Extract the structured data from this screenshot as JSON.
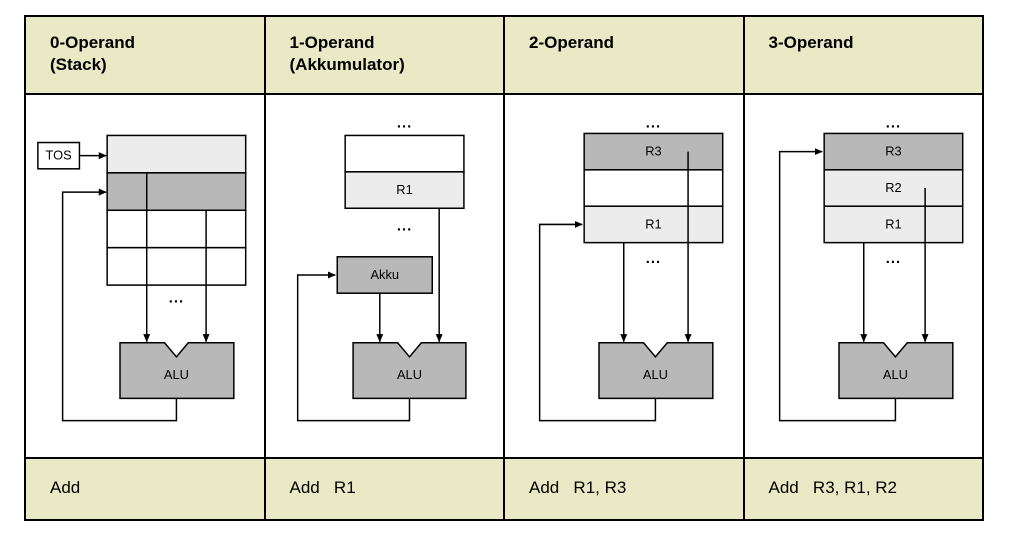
{
  "colors": {
    "band_bg": "#E9E9C6",
    "cell_dark": "#B8B8B8",
    "cell_light": "#ECECEC",
    "cell_white": "#FFFFFF",
    "stroke": "#000000"
  },
  "columns": [
    {
      "title_line1": "0-Operand",
      "title_line2": "(Stack)",
      "tos_label": "TOS",
      "dots": "...",
      "alu_label": "ALU",
      "instruction": "Add"
    },
    {
      "title_line1": "1-Operand",
      "title_line2": "(Akkumulator)",
      "dots_top": "...",
      "reg_r1": "R1",
      "dots_mid": "...",
      "akku_label": "Akku",
      "alu_label": "ALU",
      "instruction": "Add   R1"
    },
    {
      "title_line1": "2-Operand",
      "title_line2": "",
      "dots_top": "...",
      "reg_r3": "R3",
      "reg_r1": "R1",
      "dots_bottom": "...",
      "alu_label": "ALU",
      "instruction": "Add   R1, R3"
    },
    {
      "title_line1": "3-Operand",
      "title_line2": "",
      "dots_top": "...",
      "reg_r3": "R3",
      "reg_r2": "R2",
      "reg_r1": "R1",
      "dots_bottom": "...",
      "alu_label": "ALU",
      "instruction": "Add   R3, R1, R2"
    }
  ]
}
